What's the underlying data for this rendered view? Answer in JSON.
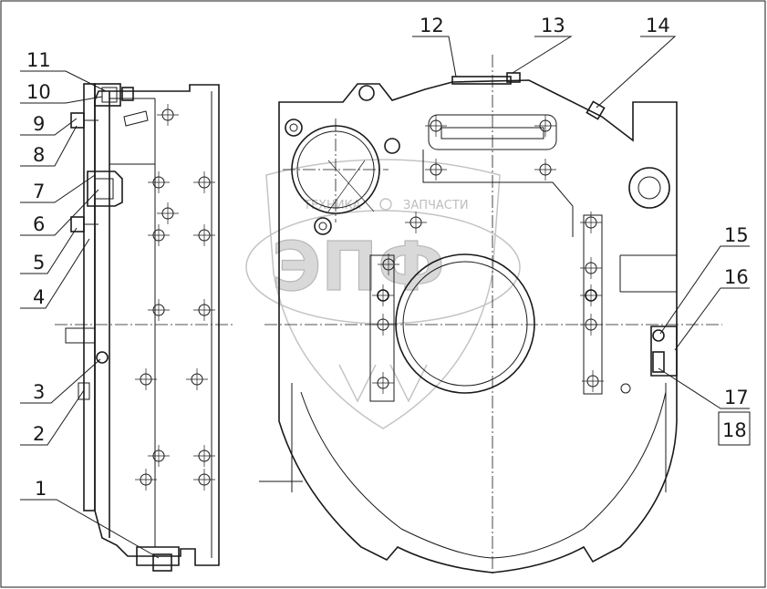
{
  "callouts": [
    "1",
    "2",
    "3",
    "4",
    "5",
    "6",
    "7",
    "8",
    "9",
    "10",
    "11",
    "12",
    "13",
    "14",
    "15",
    "16",
    "17",
    "18"
  ],
  "watermark": {
    "word_left": "ТЕХНИКА",
    "word_right": "ЗАПЧАСТИ",
    "letters": "ЭПФ"
  }
}
